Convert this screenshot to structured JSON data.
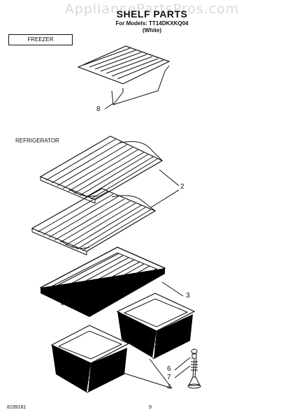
{
  "watermark": "AppliancePartsPros.com",
  "header": {
    "title": "SHELF PARTS",
    "subtitle": "For Models: TT14DKXKQ04",
    "variant": "(White)"
  },
  "sections": {
    "freezer": "FREEZER",
    "refrigerator": "REFRIGERATOR"
  },
  "callouts": {
    "c8": "8",
    "c2": "2",
    "c3": "3",
    "c6": "6",
    "c7": "7",
    "c4": "4"
  },
  "footer": {
    "doc_number": "8199181",
    "page_number": "9"
  }
}
